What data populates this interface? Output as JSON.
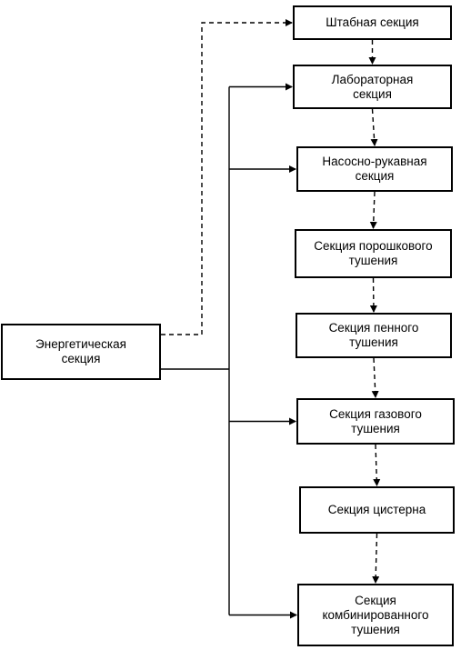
{
  "diagram": {
    "source": {
      "id": "energy",
      "label": "Энергетическая\nсекция"
    },
    "sections": [
      {
        "id": "staff",
        "label": "Штабная секция"
      },
      {
        "id": "lab",
        "label": "Лабораторная\nсекция"
      },
      {
        "id": "pump",
        "label": "Насосно-рукавная\nсекция"
      },
      {
        "id": "powder",
        "label": "Секция порошкового\nтушения"
      },
      {
        "id": "foam",
        "label": "Секция пенного\nтушения"
      },
      {
        "id": "gas",
        "label": "Секция газового\nтушения"
      },
      {
        "id": "tank",
        "label": "Секция цистерна"
      },
      {
        "id": "combined",
        "label": "Секция\nкомбинированного\nтушения"
      }
    ],
    "dashed_links": [
      {
        "from": "energy",
        "to": "staff"
      },
      {
        "from": "staff",
        "to": "lab"
      },
      {
        "from": "lab",
        "to": "pump"
      },
      {
        "from": "pump",
        "to": "powder"
      },
      {
        "from": "powder",
        "to": "foam"
      },
      {
        "from": "foam",
        "to": "gas"
      },
      {
        "from": "gas",
        "to": "tank"
      },
      {
        "from": "tank",
        "to": "combined"
      }
    ],
    "solid_links": [
      {
        "from": "energy",
        "to": "lab"
      },
      {
        "from": "energy",
        "to": "pump"
      },
      {
        "from": "energy",
        "to": "gas"
      },
      {
        "from": "energy",
        "to": "combined"
      }
    ]
  }
}
